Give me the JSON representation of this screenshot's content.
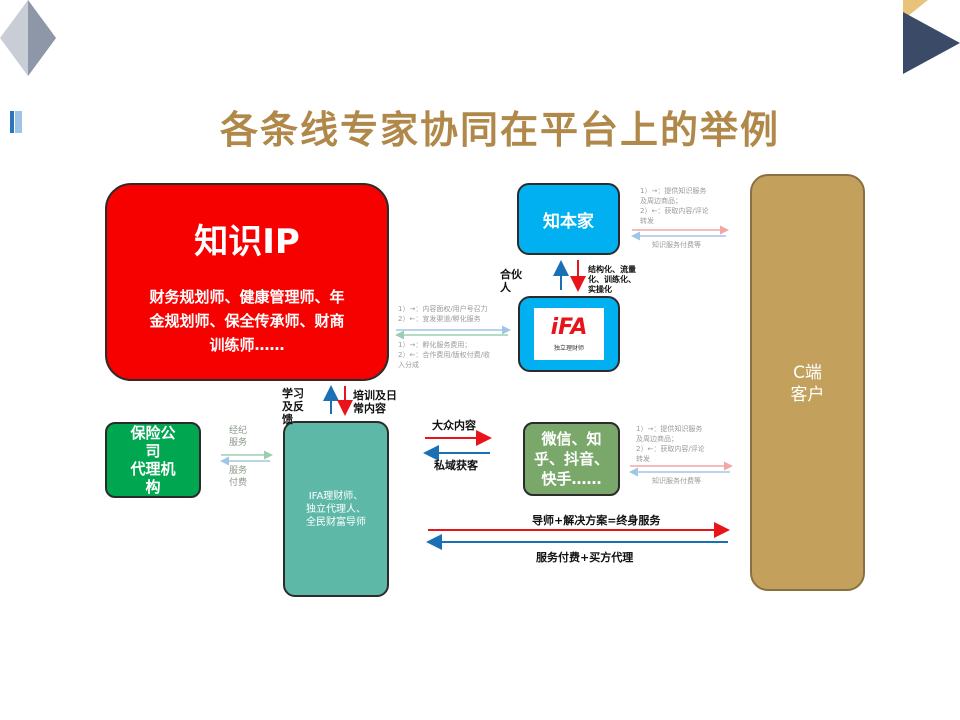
{
  "title": "各条线专家协同在平台上的举例",
  "nodes": {
    "knowledge_ip": {
      "title": "知识IP",
      "desc_lines": [
        "财务规划师、健康管理师、年",
        "金规划师、保全传承师、财商",
        "训练师……"
      ]
    },
    "zhibenjia": {
      "label": "知本家"
    },
    "ifa_logo": {
      "mark": "iFA",
      "sub": "独立理财师"
    },
    "insurance": {
      "lines": [
        "保险公",
        "司",
        "代理机",
        "构"
      ]
    },
    "ifa_planner": {
      "lines": [
        "IFA理财师、",
        "独立代理人、",
        "全民财富导师"
      ]
    },
    "social_media": {
      "lines": [
        "微信、知",
        "乎、抖音、",
        "快手……"
      ]
    },
    "c_client": {
      "lines": [
        "C端",
        "客户"
      ]
    }
  },
  "labels": {
    "partner": [
      "合伙",
      "人"
    ],
    "structure": [
      "结构化、流量",
      "化、训练化、",
      "实操化"
    ],
    "learn": [
      "学习",
      "及反",
      "馈"
    ],
    "train": [
      "培训及日",
      "常内容"
    ],
    "mass_content": "大众内容",
    "private_traffic": "私域获客",
    "mentor": "导师+解决方案=终身服务",
    "service_fee": "服务付费+买方代理"
  },
  "notes": {
    "ip_platform": [
      "1）→：内容面权/用户号召力",
      "2）←：宣发渠道/孵化服务",
      "1）→：孵化服务费用；",
      "2）←：合作费用/版权付费/收",
      "入分成"
    ],
    "zbj_client_top": [
      "1）→：提供知识服务",
      "及周边商品；",
      "2）←：获取内容/评论",
      "转发"
    ],
    "zbj_client_bottom": "知识服务付费等",
    "wx_client_top": [
      "1）→：提供知识服务",
      "及周边商品；",
      "2）←：获取内容/评论",
      "转发"
    ],
    "wx_client_bottom": "知识服务付费等",
    "ins_ifa_top": [
      "经纪",
      "服务"
    ],
    "ins_ifa_bottom": [
      "服务",
      "付费"
    ]
  },
  "colors": {
    "title": "#b0894a",
    "ip_box": "#f70000",
    "blue_box": "#00b0f0",
    "insurance_box": "#00a650",
    "ifa_box": "#5db8a8",
    "social_box": "#7aa86a",
    "client_box": "#c3a15d",
    "arrow_red": "#e8141c",
    "arrow_blue": "#1a6fb5"
  }
}
